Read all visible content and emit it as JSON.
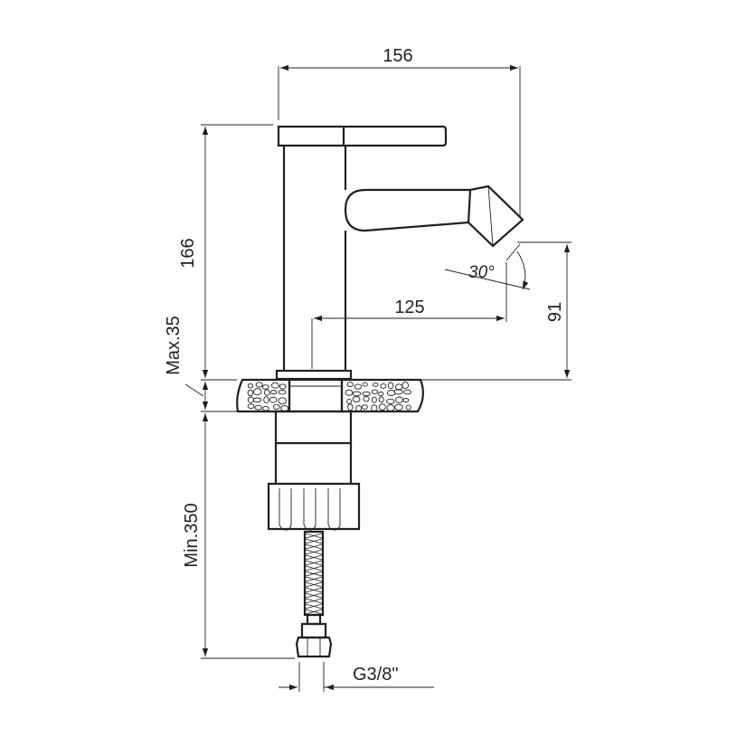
{
  "dimensions": {
    "width": "156",
    "height": "166",
    "max_counter": "Max.35",
    "min_hose": "Min.350",
    "reach": "125",
    "spout_height": "91",
    "angle": "30°",
    "thread": "G3/8\""
  },
  "colors": {
    "line": "#231f20",
    "background": "#ffffff"
  }
}
